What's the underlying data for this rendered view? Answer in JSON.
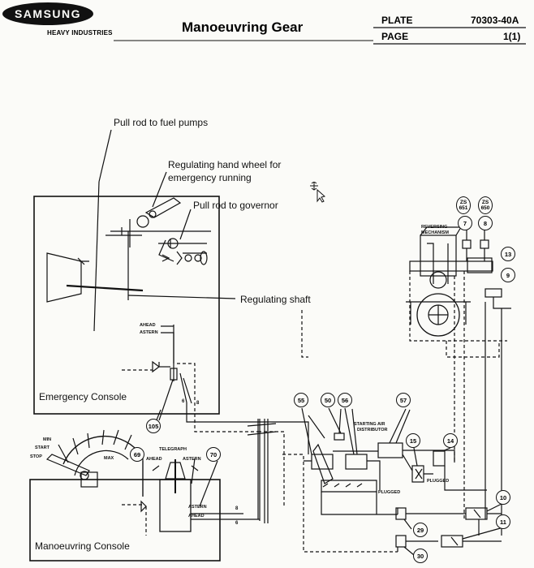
{
  "header": {
    "brand": "SAMSUNG",
    "division": "HEAVY INDUSTRIES",
    "title": "Manoeuvring Gear",
    "plate_label": "PLATE",
    "plate_value": "70303-40A",
    "page_label": "PAGE",
    "page_value": "1(1)"
  },
  "labels": {
    "pull_rod_fuel": "Pull rod to fuel pumps",
    "hand_wheel": "Regulating hand wheel for",
    "hand_wheel_2": "emergency running",
    "pull_rod_governor": "Pull rod to governor",
    "regulating_shaft": "Regulating shaft",
    "emergency_console": "Emergency Console",
    "manoeuvring_console": "Manoeuvring Console",
    "reversing": "REVERSING",
    "mechanism": "MECHANISM",
    "starting_air": "STARTING AIR",
    "distributor": "DISTRIBUTOR",
    "ahead_1": "AHEAD",
    "astern_1": "ASTERN",
    "telegraph": "TELEGRAPH",
    "ahead_2": "AHEAD",
    "astern_2": "ASTERN",
    "min": "MIN",
    "start": "START",
    "stop": "STOP",
    "max": "MAX",
    "astern_3": "ASTERN",
    "ahead_3": "AHEAD",
    "plugged_1": "PLUGGED",
    "plugged_2": "PLUGGED",
    "num_6a": "6",
    "num_8a": "8",
    "num_8b": "8",
    "num_6b": "6",
    "zs651_a": "ZS",
    "zs651_b": "651",
    "zs650_a": "ZS",
    "zs650_b": "650"
  },
  "bubbles": {
    "b7": "7",
    "b8": "8",
    "b13": "13",
    "b9": "9",
    "b55": "55",
    "b50": "50",
    "b56": "56",
    "b57": "57",
    "b15": "15",
    "b14": "14",
    "b105": "105",
    "b69": "69",
    "b70": "70",
    "b10": "10",
    "b11": "11",
    "b29": "29",
    "b30": "30"
  }
}
